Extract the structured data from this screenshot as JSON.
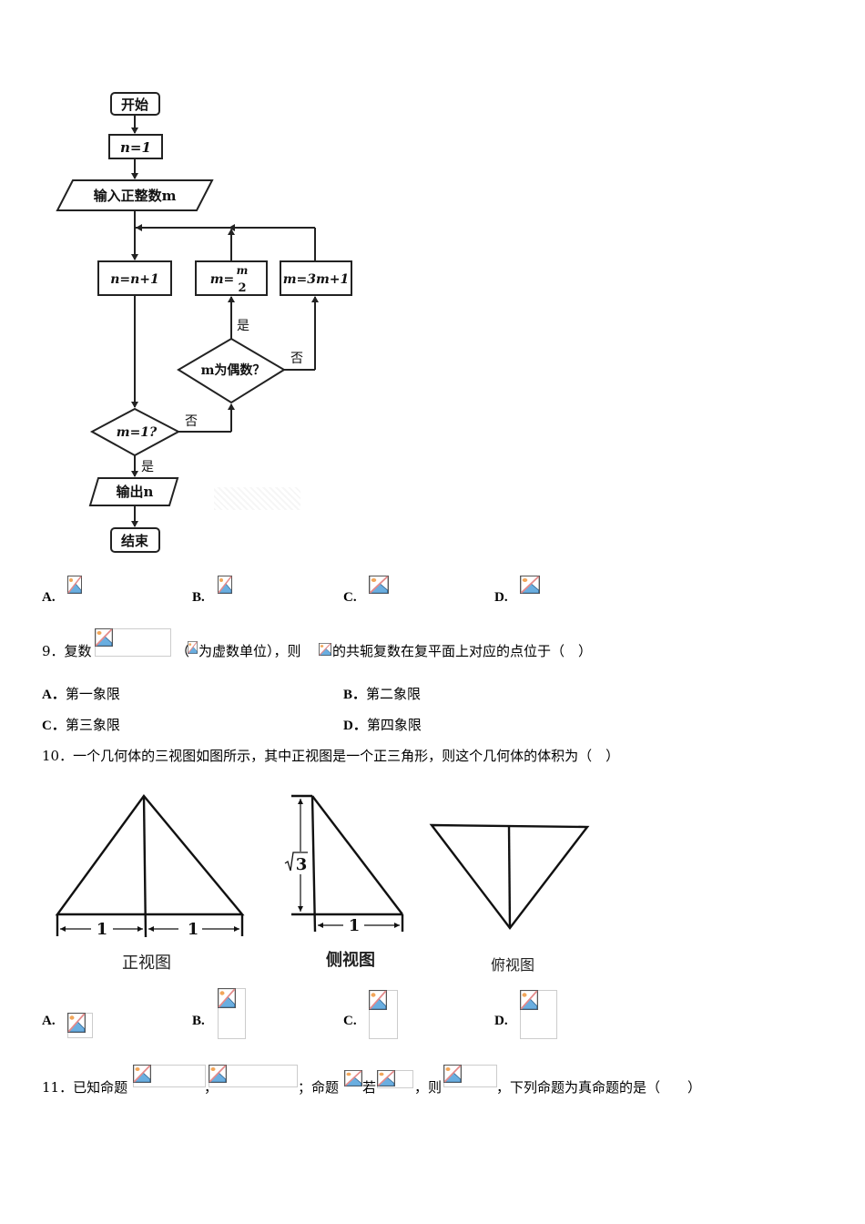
{
  "flowchart": {
    "start": "开始",
    "init": "n=1",
    "input": "输入正整数m",
    "step_n": "n=n+1",
    "step_half_num": "m",
    "step_half_den": "2",
    "step_half_prefix": "m=",
    "step_triple": "m=3m+1",
    "cond_even": "m为偶数？",
    "cond_one": "m=1?",
    "yes": "是",
    "no": "否",
    "output": "输出n",
    "end": "结束"
  },
  "q8_options": [
    {
      "label": "A."
    },
    {
      "label": "B."
    },
    {
      "label": "C."
    },
    {
      "label": "D."
    }
  ],
  "q9": {
    "number": "9．复数",
    "part2": "（",
    "part3": "为虚数单位），则",
    "part4": "的共轭复数在复平面上对应的点位于（　）",
    "options": [
      {
        "label": "A．",
        "text": "第一象限"
      },
      {
        "label": "B．",
        "text": "第二象限"
      },
      {
        "label": "C．",
        "text": "第三象限"
      },
      {
        "label": "D．",
        "text": "第四象限"
      }
    ]
  },
  "q10": {
    "text": "10．一个几何体的三视图如图所示，其中正视图是一个正三角形，则这个几何体的体积为（　）",
    "front_view": "正视图",
    "side_view": "侧视图",
    "top_view": "俯视图",
    "dim_one": "1",
    "dim_sqrt3": "3",
    "options": [
      {
        "label": "A."
      },
      {
        "label": "B."
      },
      {
        "label": "C."
      },
      {
        "label": "D."
      }
    ]
  },
  "q11": {
    "number": "11．已知命题",
    "comma": "，",
    "semicolon": "；命题",
    "ruo": "若",
    "ze": "，则",
    "tail": "，下列命题为真命题的是（　　）"
  }
}
